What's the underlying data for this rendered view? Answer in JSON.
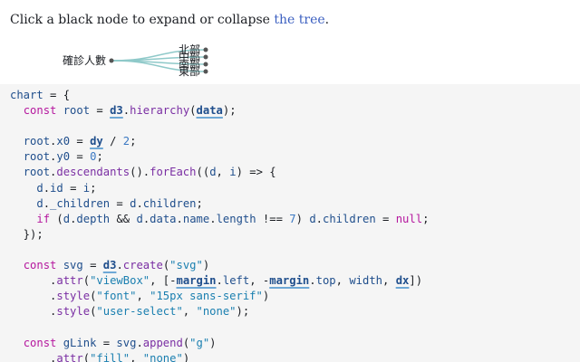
{
  "intro": {
    "before": "Click a black node to expand or collapse ",
    "link": "the tree",
    "after": "."
  },
  "tree": {
    "root_label": "確診人數",
    "children": [
      "北部",
      "中部",
      "南部",
      "東部"
    ],
    "node_color": "#555555",
    "link_color": "#8fc9c9"
  },
  "code": {
    "lines": [
      [
        [
          "id",
          "chart"
        ],
        [
          "plain",
          " = {"
        ]
      ],
      [
        [
          "plain",
          "  "
        ],
        [
          "kw",
          "const"
        ],
        [
          "plain",
          " "
        ],
        [
          "id",
          "root"
        ],
        [
          "plain",
          " = "
        ],
        [
          "ref",
          "d3"
        ],
        [
          "plain",
          "."
        ],
        [
          "fn",
          "hierarchy"
        ],
        [
          "plain",
          "("
        ],
        [
          "ref",
          "data"
        ],
        [
          "plain",
          ");"
        ]
      ],
      [],
      [
        [
          "plain",
          "  "
        ],
        [
          "id",
          "root"
        ],
        [
          "plain",
          "."
        ],
        [
          "id",
          "x0"
        ],
        [
          "plain",
          " = "
        ],
        [
          "ref",
          "dy"
        ],
        [
          "plain",
          " / "
        ],
        [
          "num",
          "2"
        ],
        [
          "plain",
          ";"
        ]
      ],
      [
        [
          "plain",
          "  "
        ],
        [
          "id",
          "root"
        ],
        [
          "plain",
          "."
        ],
        [
          "id",
          "y0"
        ],
        [
          "plain",
          " = "
        ],
        [
          "num",
          "0"
        ],
        [
          "plain",
          ";"
        ]
      ],
      [
        [
          "plain",
          "  "
        ],
        [
          "id",
          "root"
        ],
        [
          "plain",
          "."
        ],
        [
          "fn",
          "descendants"
        ],
        [
          "plain",
          "()."
        ],
        [
          "fn",
          "forEach"
        ],
        [
          "plain",
          "(("
        ],
        [
          "id",
          "d"
        ],
        [
          "plain",
          ", "
        ],
        [
          "id",
          "i"
        ],
        [
          "plain",
          ") => {"
        ]
      ],
      [
        [
          "plain",
          "    "
        ],
        [
          "id",
          "d"
        ],
        [
          "plain",
          "."
        ],
        [
          "id",
          "id"
        ],
        [
          "plain",
          " = "
        ],
        [
          "id",
          "i"
        ],
        [
          "plain",
          ";"
        ]
      ],
      [
        [
          "plain",
          "    "
        ],
        [
          "id",
          "d"
        ],
        [
          "plain",
          "."
        ],
        [
          "id",
          "_children"
        ],
        [
          "plain",
          " = "
        ],
        [
          "id",
          "d"
        ],
        [
          "plain",
          "."
        ],
        [
          "id",
          "children"
        ],
        [
          "plain",
          ";"
        ]
      ],
      [
        [
          "plain",
          "    "
        ],
        [
          "kw",
          "if"
        ],
        [
          "plain",
          " ("
        ],
        [
          "id",
          "d"
        ],
        [
          "plain",
          "."
        ],
        [
          "id",
          "depth"
        ],
        [
          "plain",
          " && "
        ],
        [
          "id",
          "d"
        ],
        [
          "plain",
          "."
        ],
        [
          "id",
          "data"
        ],
        [
          "plain",
          "."
        ],
        [
          "id",
          "name"
        ],
        [
          "plain",
          "."
        ],
        [
          "id",
          "length"
        ],
        [
          "plain",
          " !== "
        ],
        [
          "num",
          "7"
        ],
        [
          "plain",
          ") "
        ],
        [
          "id",
          "d"
        ],
        [
          "plain",
          "."
        ],
        [
          "id",
          "children"
        ],
        [
          "plain",
          " = "
        ],
        [
          "kw",
          "null"
        ],
        [
          "plain",
          ";"
        ]
      ],
      [
        [
          "plain",
          "  });"
        ]
      ],
      [],
      [
        [
          "plain",
          "  "
        ],
        [
          "kw",
          "const"
        ],
        [
          "plain",
          " "
        ],
        [
          "id",
          "svg"
        ],
        [
          "plain",
          " = "
        ],
        [
          "ref",
          "d3"
        ],
        [
          "plain",
          "."
        ],
        [
          "fn",
          "create"
        ],
        [
          "plain",
          "("
        ],
        [
          "str",
          "\"svg\""
        ],
        [
          "plain",
          ")"
        ]
      ],
      [
        [
          "plain",
          "      ."
        ],
        [
          "fn",
          "attr"
        ],
        [
          "plain",
          "("
        ],
        [
          "str",
          "\"viewBox\""
        ],
        [
          "plain",
          ", [-"
        ],
        [
          "ref",
          "margin"
        ],
        [
          "plain",
          "."
        ],
        [
          "id",
          "left"
        ],
        [
          "plain",
          ", -"
        ],
        [
          "ref",
          "margin"
        ],
        [
          "plain",
          "."
        ],
        [
          "id",
          "top"
        ],
        [
          "plain",
          ", "
        ],
        [
          "id",
          "width"
        ],
        [
          "plain",
          ", "
        ],
        [
          "ref",
          "dx"
        ],
        [
          "plain",
          "])"
        ]
      ],
      [
        [
          "plain",
          "      ."
        ],
        [
          "fn",
          "style"
        ],
        [
          "plain",
          "("
        ],
        [
          "str",
          "\"font\""
        ],
        [
          "plain",
          ", "
        ],
        [
          "str",
          "\"15px sans-serif\""
        ],
        [
          "plain",
          ")"
        ]
      ],
      [
        [
          "plain",
          "      ."
        ],
        [
          "fn",
          "style"
        ],
        [
          "plain",
          "("
        ],
        [
          "str",
          "\"user-select\""
        ],
        [
          "plain",
          ", "
        ],
        [
          "str",
          "\"none\""
        ],
        [
          "plain",
          ");"
        ]
      ],
      [],
      [
        [
          "plain",
          "  "
        ],
        [
          "kw",
          "const"
        ],
        [
          "plain",
          " "
        ],
        [
          "id",
          "gLink"
        ],
        [
          "plain",
          " = "
        ],
        [
          "id",
          "svg"
        ],
        [
          "plain",
          "."
        ],
        [
          "fn",
          "append"
        ],
        [
          "plain",
          "("
        ],
        [
          "str",
          "\"g\""
        ],
        [
          "plain",
          ")"
        ]
      ],
      [
        [
          "plain",
          "      ."
        ],
        [
          "fn",
          "attr"
        ],
        [
          "plain",
          "("
        ],
        [
          "str",
          "\"fill\""
        ],
        [
          "plain",
          ", "
        ],
        [
          "str",
          "\"none\""
        ],
        [
          "plain",
          ")"
        ]
      ]
    ]
  }
}
